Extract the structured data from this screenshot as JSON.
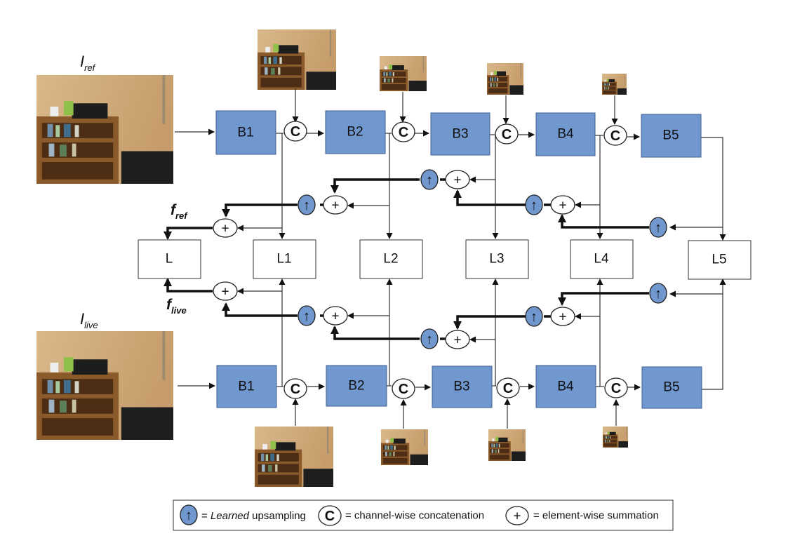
{
  "inputs": {
    "ref_label": {
      "base": "I",
      "sub": "ref"
    },
    "live_label": {
      "base": "I",
      "sub": "live"
    }
  },
  "features": {
    "ref": {
      "base": "f",
      "sub": "ref"
    },
    "live": {
      "base": "f",
      "sub": "live"
    }
  },
  "blocks_top": [
    "B1",
    "B2",
    "B3",
    "B4",
    "B5"
  ],
  "blocks_bottom": [
    "B1",
    "B2",
    "B3",
    "B4",
    "B5"
  ],
  "losses": [
    "L",
    "L1",
    "L2",
    "L3",
    "L4",
    "L5"
  ],
  "ops": {
    "concat": "C",
    "sum": "+",
    "upsample": "↑"
  },
  "legend": {
    "up_symbol": "↑",
    "up_emph": "Learned",
    "up_text": " upsampling",
    "concat_symbol": "C",
    "concat_text": "= channel-wise concatenation",
    "sum_symbol": "+",
    "sum_text": "= element-wise summation",
    "equals": "= "
  },
  "colors": {
    "block": "#7097ce",
    "upsample": "#7097ce",
    "line": "#222222"
  },
  "icons": [
    "room-photo-icon",
    "upsample-arrow-icon"
  ]
}
